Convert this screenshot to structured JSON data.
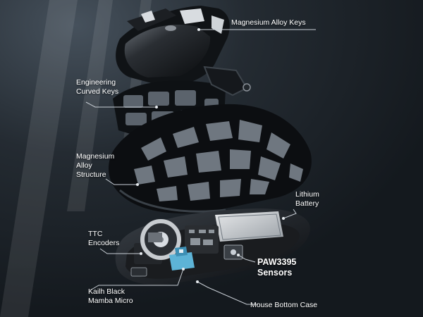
{
  "callouts": {
    "magnesium_keys": "Magnesium Alloy Keys",
    "engineering_keys": [
      "Engineering",
      "Curved Keys"
    ],
    "magnesium_structure": [
      "Magnesium",
      "Alloy",
      "Structure"
    ],
    "lithium_battery": [
      "Lithium",
      "Battery"
    ],
    "ttc_encoders": [
      "TTC",
      "Encoders"
    ],
    "paw_sensor": [
      "PAW3395",
      "Sensors"
    ],
    "kailh_micro": [
      "Kailh Black",
      "Mamba Micro"
    ],
    "bottom_case": "Mouse Bottom Case"
  },
  "colors": {
    "background": "#1b2127",
    "shell": "#0d0f12",
    "accent_blue": "#5db3d6",
    "pcb": "#1a1c1f",
    "line": "#c9cfd6"
  }
}
